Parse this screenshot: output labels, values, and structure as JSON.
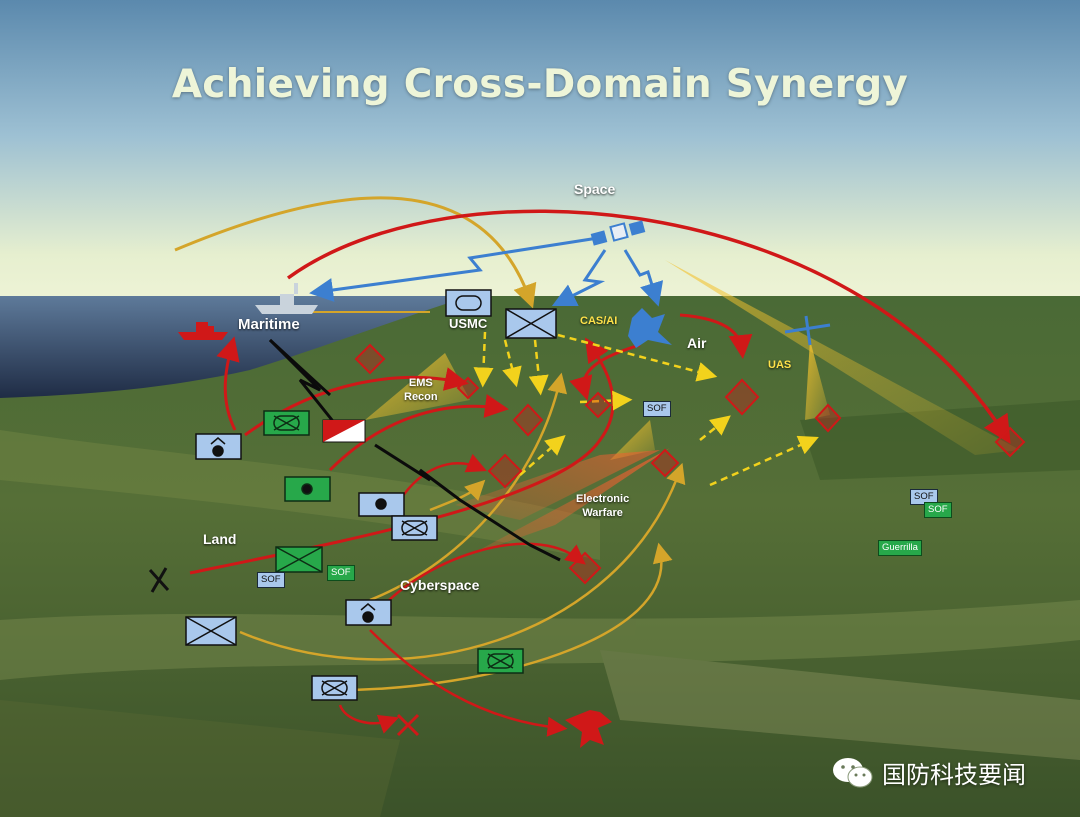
{
  "title": "Achieving Cross-Domain Synergy",
  "domains": {
    "space": "Space",
    "maritime": "Maritime",
    "usmc": "USMC",
    "cas_ai": "CAS/AI",
    "air": "Air",
    "uas": "UAS",
    "ems_recon": "EMS\nRecon",
    "electronic_warfare": "Electronic\nWarfare",
    "land": "Land",
    "cyberspace": "Cyberspace"
  },
  "unit_tags": {
    "sof_1": "SOF",
    "sof_2": "SOF",
    "sof_3": "SOF",
    "sof_4": "SOF",
    "sof_5": "SOF",
    "guerrilla": "Guerrilla"
  },
  "watermark": {
    "text": "国防科技要闻",
    "icon": "wechat-icon"
  },
  "colors": {
    "friendly_blue": "#a9c8ec",
    "enemy_red": "#d01818",
    "neutral_green": "#27a84a",
    "fires_yellow": "#f2d21c",
    "link_blue": "#3c7fd0"
  }
}
